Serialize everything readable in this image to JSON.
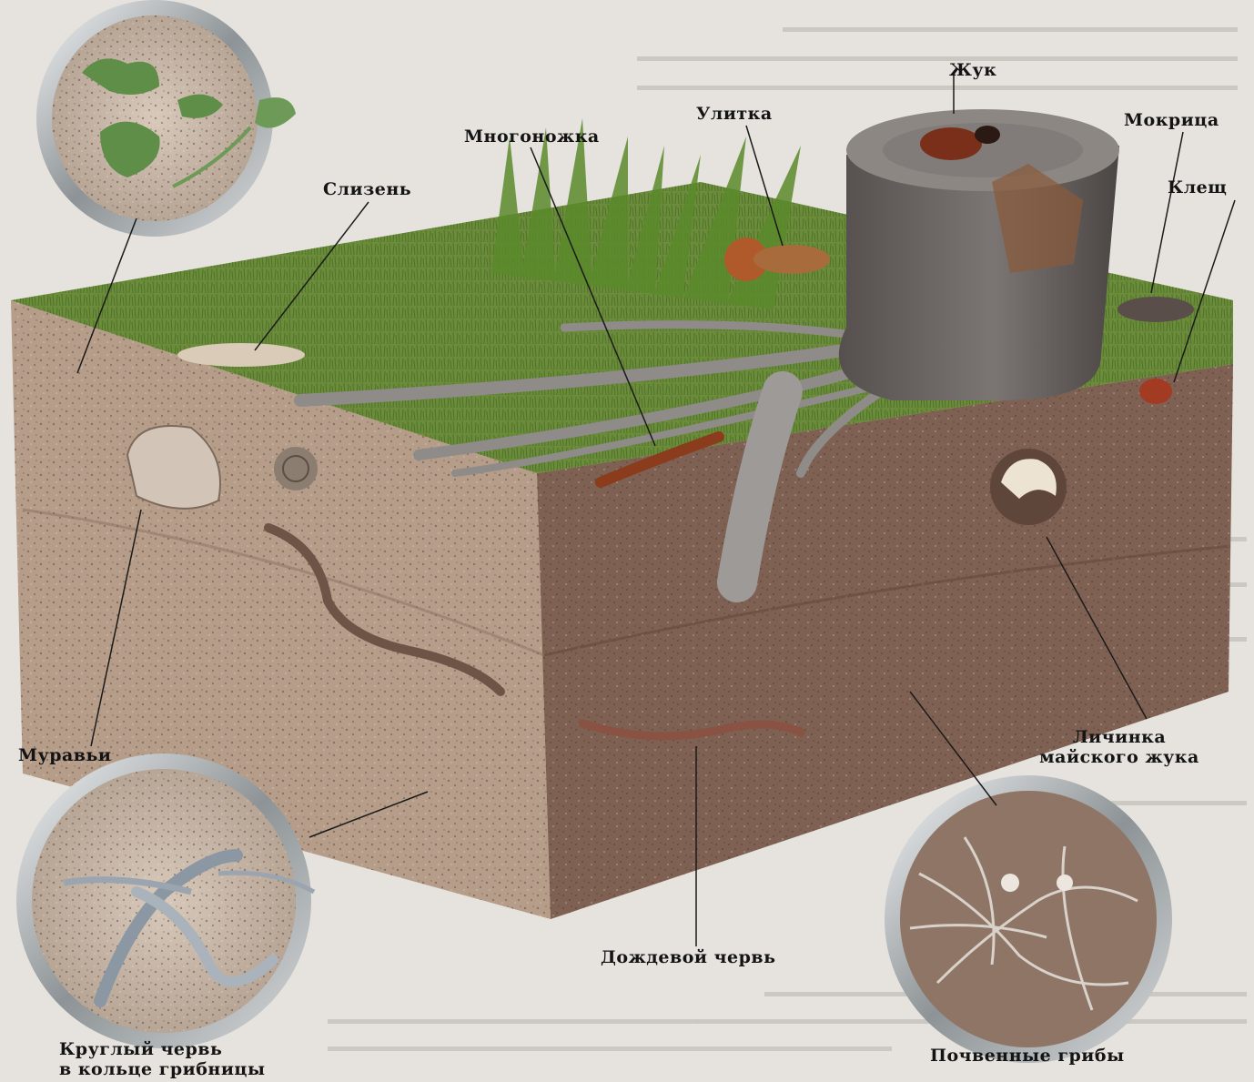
{
  "labels": {
    "beetle": "Жук",
    "snail": "Улитка",
    "woodlouse": "Мокрица",
    "millipede": "Многоножка",
    "slug": "Слизень",
    "tick": "Клещ",
    "ants": "Муравьи",
    "larva_line1": "Личинка",
    "larva_line2": "майского жука",
    "earthworm": "Дождевой червь",
    "roundworm_line1": "Круглый червь",
    "roundworm_line2": "в кольце грибницы",
    "fungi": "Почвенные грибы"
  },
  "colors": {
    "grass": "#6f8f3c",
    "soil_left": "#b39a86",
    "soil_right": "#7c5f50",
    "stump": "#6f6a68",
    "lens_ring": "#b8bcbf"
  }
}
